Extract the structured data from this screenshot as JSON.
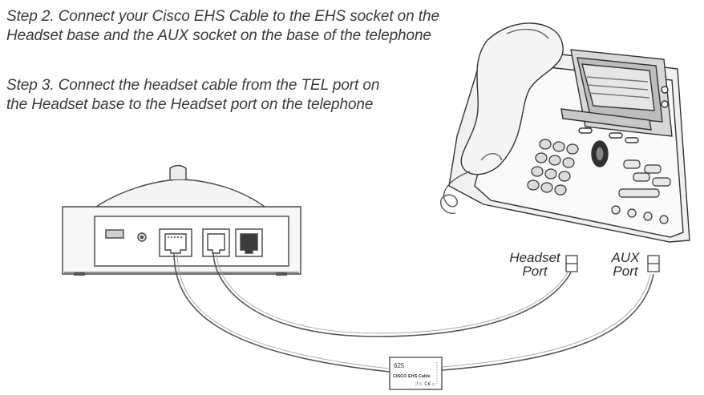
{
  "steps": {
    "step2": [
      "Step 2. Connect your Cisco EHS Cable to the EHS socket on the",
      "Headset base and the AUX socket on the base of the telephone"
    ],
    "step3": [
      "Step 3. Connect the headset cable from the TEL port on",
      "the Headset base to the Headset port on the telephone"
    ]
  },
  "ports": {
    "headset": [
      "Headset",
      "Port"
    ],
    "aux": [
      "AUX",
      "Port"
    ]
  },
  "cable_tag": {
    "model": "625",
    "name": "CISCO EHS Cable"
  }
}
